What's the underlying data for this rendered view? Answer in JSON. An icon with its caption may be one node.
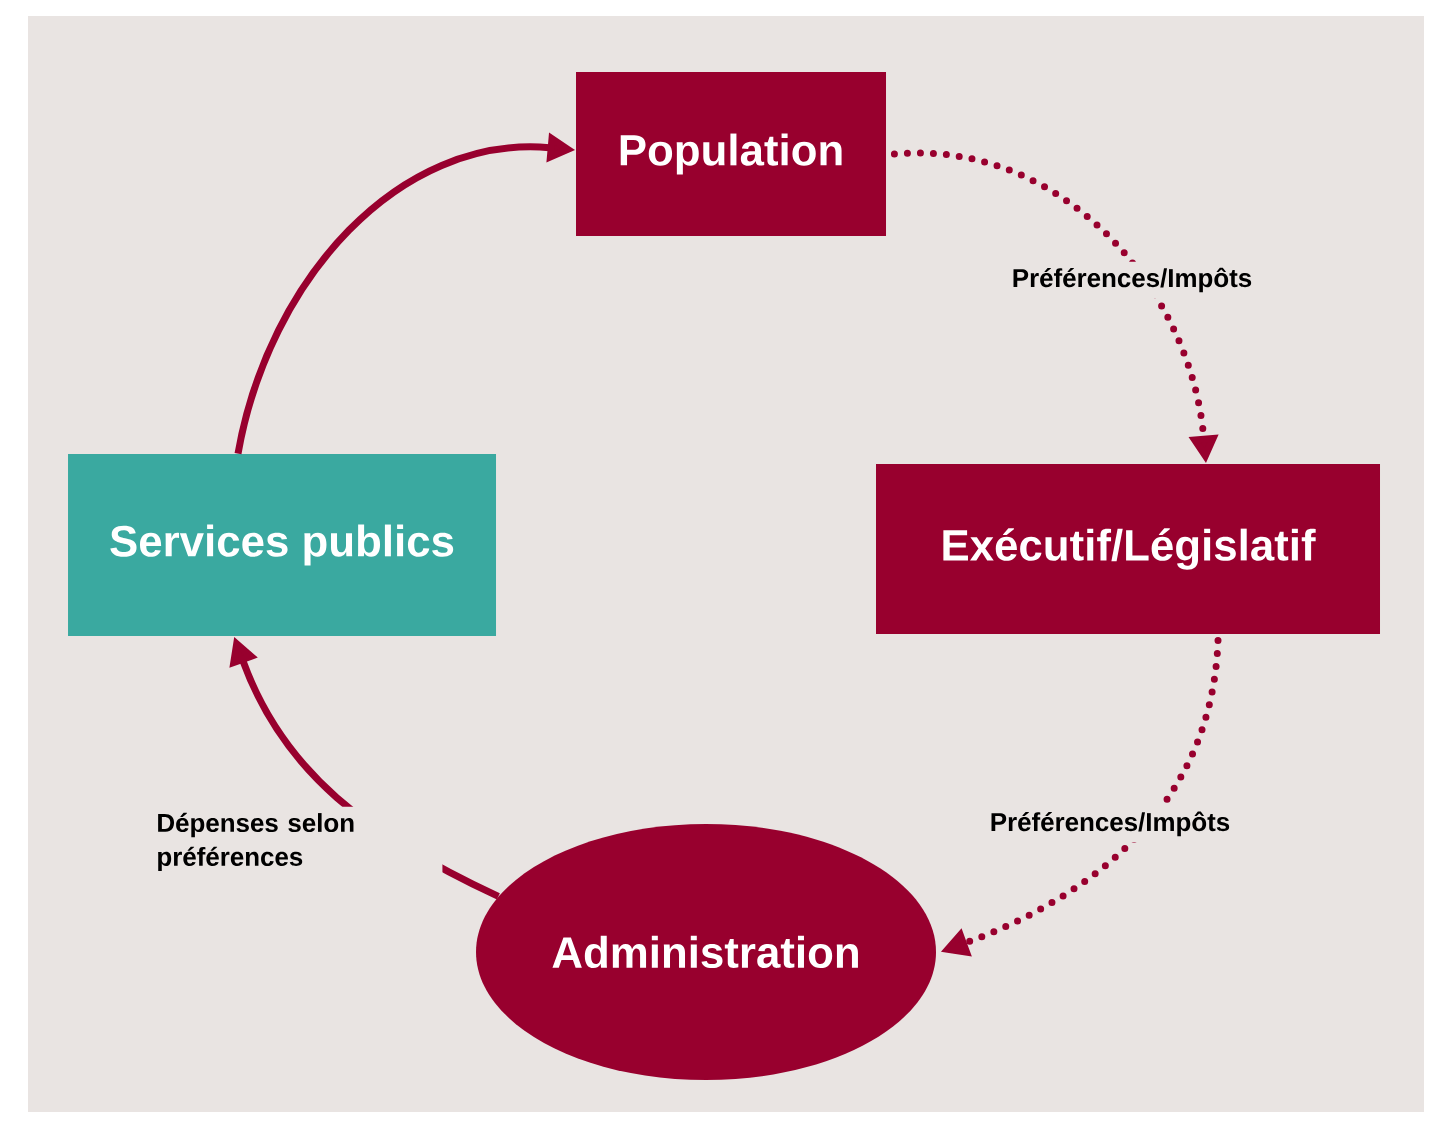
{
  "diagram": {
    "nodes": [
      {
        "text": [
          "Population"
        ]
      },
      {
        "text": [
          "Exécutif/Législatif"
        ]
      },
      {
        "text": [
          "Administration"
        ]
      },
      {
        "text": [
          "Services publics"
        ]
      }
    ],
    "edges": [
      {
        "from": 0,
        "to": 1,
        "arrow": "to",
        "label": "Préférences/Impôts",
        "style": "dashed"
      },
      {
        "from": 1,
        "to": 2,
        "arrow": "to",
        "label": "Préférences/Impôts",
        "style": "dashed"
      },
      {
        "from": 2,
        "to": 3,
        "arrow": "to",
        "label": "Dépenses selon préférences"
      },
      {
        "from": 3,
        "to": 0,
        "arrow": "to"
      }
    ]
  }
}
